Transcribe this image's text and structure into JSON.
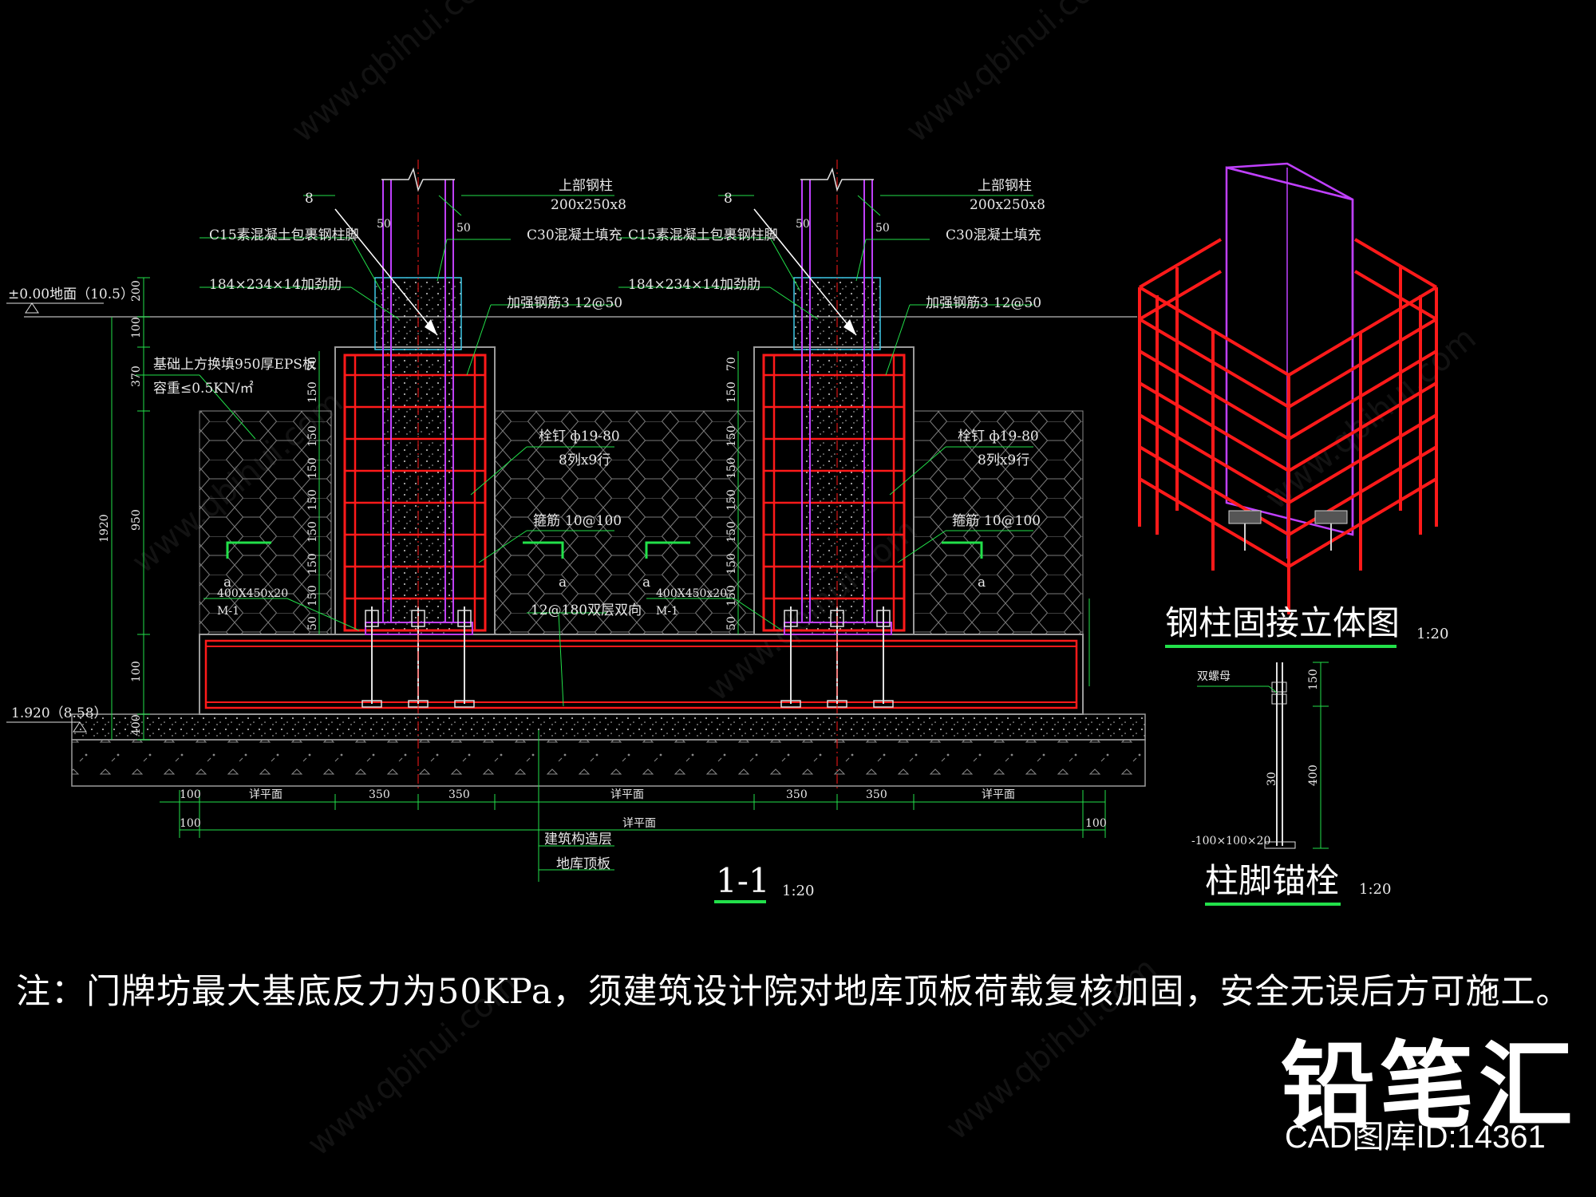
{
  "colors": {
    "bg": "#000000",
    "red": "#ff1a1a",
    "magenta": "#c040ff",
    "green": "#22e04a",
    "grey": "#9a9a9a",
    "cyan": "#3fc9e8"
  },
  "section": {
    "upper_steel": "上部钢柱",
    "upper_steel_size": "200x250x8",
    "c15_wrap": "C15素混凝土包裹钢柱脚",
    "c30_fill": "C30混凝土填充",
    "stiffener": "184×234×14加劲肋",
    "rebar_reinforce": "加强钢筋3",
    "rebar_reinforce_spec": "12@50",
    "stud": "栓钉 ф19-80",
    "stud_layout": "8列x9行",
    "stirrup": "箍筋",
    "stirrup_spec": "10@100",
    "base_rebar": "12@180双层双向",
    "plate": "400X450x20",
    "mark": "M-1",
    "marker_8": "8",
    "level_top": "±0.00地面（10.5）",
    "level_bottom": "1.920（8.58）",
    "eps": "基础上方换填950厚EPS板",
    "eps_density": "容重≤0.5KN/㎡",
    "dim_50": "50",
    "section_a": "a",
    "vert_dims": [
      "200",
      "100",
      "370",
      "950",
      "1920",
      "100",
      "400"
    ],
    "col_dims": [
      "70",
      "150",
      "150",
      "150",
      "150",
      "150",
      "150",
      "150",
      "50"
    ],
    "bottom_dims": [
      "100",
      "详平面",
      "350",
      "350",
      "详平面",
      "350",
      "350",
      "详平面"
    ],
    "bottom_dims2": [
      "100",
      "详平面",
      "100"
    ],
    "layer1": "建筑构造层",
    "layer2": "地库顶板",
    "title": "1-1",
    "scale": "1:20"
  },
  "iso": {
    "title": "钢柱固接立体图",
    "scale": "1:20"
  },
  "anchor": {
    "title": "柱脚锚栓",
    "scale": "1:20",
    "nut": "双螺母",
    "plate": "-100×100×20",
    "dim_150": "150",
    "dim_400": "400",
    "dim_30": "30"
  },
  "note": "注：门牌坊最大基底反力为50KPa，须建筑设计院对地库顶板荷载复核加固，安全无误后方可施工。",
  "brand": "铅笔汇",
  "brand_id": "CAD图库ID:14361",
  "watermark": "www.qbihui.com"
}
